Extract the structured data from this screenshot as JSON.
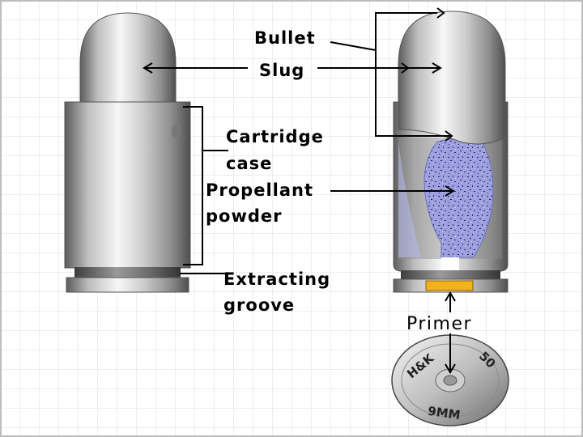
{
  "labels": {
    "bullet": "Bullet",
    "slug": "Slug",
    "cartridge_line1": "Cartridge",
    "cartridge_line2": "case",
    "propellant_line1": "Propellant",
    "propellant_line2": "powder",
    "groove_line1": "Extracting",
    "groove_line2": "groove",
    "primer": "Primer"
  },
  "headstamp": {
    "brand": "H&K",
    "number": "50",
    "caliber": "9MM"
  },
  "colors": {
    "grid": "#d9d9d9",
    "powder": "#8f92d6",
    "primer": "#f3b21d",
    "metal_light": "#f2f2f2",
    "metal_dark": "#4a4a4a"
  }
}
